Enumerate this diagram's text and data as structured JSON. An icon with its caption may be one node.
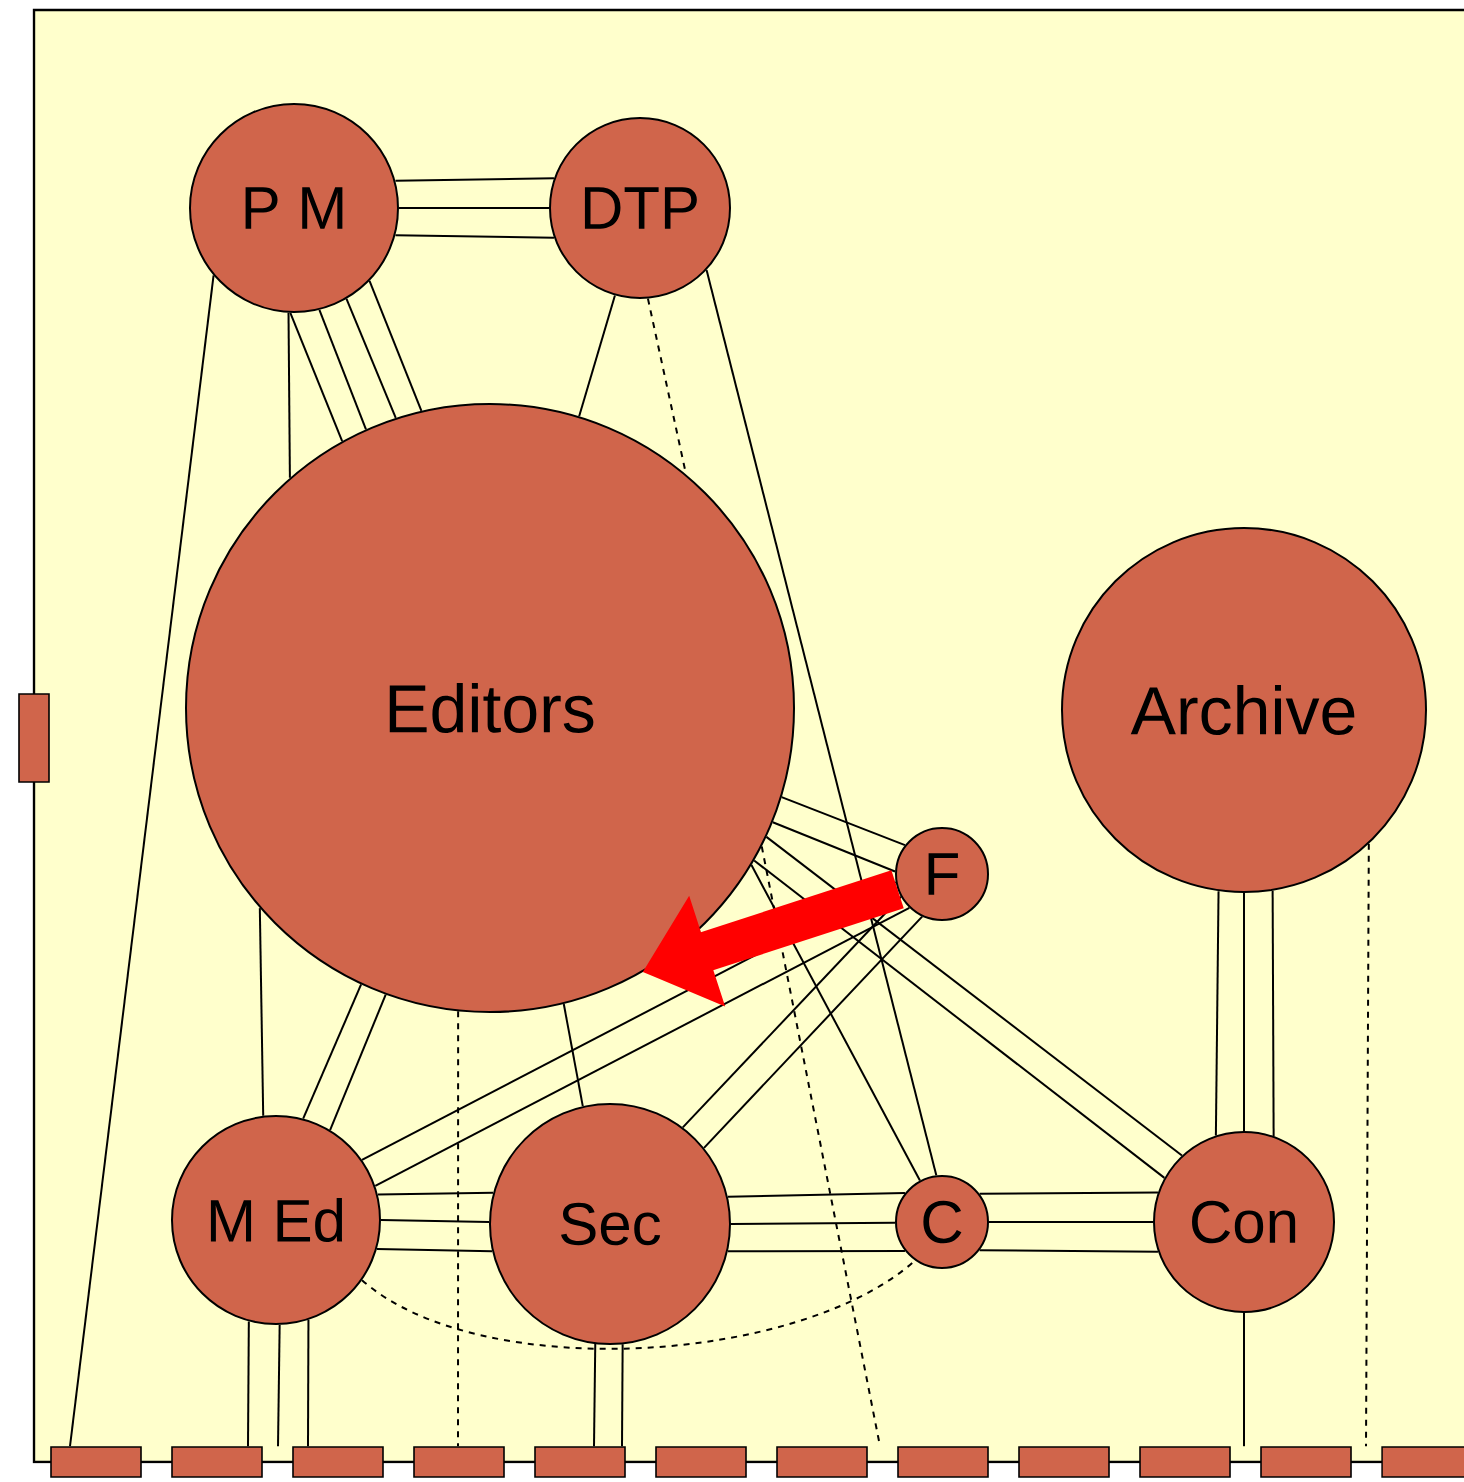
{
  "diagram": {
    "nodes": [
      {
        "text": [
          "P M"
        ]
      },
      {
        "text": [
          "DTP"
        ]
      },
      {
        "text": [
          "Editors"
        ]
      },
      {
        "text": [
          "Archive"
        ]
      },
      {
        "text": [
          "F"
        ]
      },
      {
        "text": [
          "M Ed"
        ]
      },
      {
        "text": [
          "Sec"
        ]
      },
      {
        "text": [
          "C"
        ]
      },
      {
        "text": [
          "Con"
        ]
      },
      {
        "text": [],
        "shape": "box"
      },
      {
        "text": [],
        "shape": "box"
      },
      {
        "text": [],
        "shape": "box"
      },
      {
        "text": [],
        "shape": "box"
      },
      {
        "text": [],
        "shape": "box"
      },
      {
        "text": [],
        "shape": "box"
      },
      {
        "text": [],
        "shape": "box"
      },
      {
        "text": [],
        "shape": "box"
      },
      {
        "text": [],
        "shape": "box"
      },
      {
        "text": [],
        "shape": "box"
      },
      {
        "text": [],
        "shape": "box"
      },
      {
        "text": [],
        "shape": "box"
      },
      {
        "text": [],
        "shape": "box"
      }
    ],
    "edges": [
      {
        "from": 0,
        "to": 1,
        "arrow": "none"
      },
      {
        "from": 0,
        "to": 1,
        "arrow": "none"
      },
      {
        "from": 0,
        "to": 1,
        "arrow": "none"
      },
      {
        "from": 0,
        "to": 2,
        "arrow": "none"
      },
      {
        "from": 0,
        "to": 2,
        "arrow": "none"
      },
      {
        "from": 0,
        "to": 2,
        "arrow": "none"
      },
      {
        "from": 0,
        "to": 2,
        "arrow": "none"
      },
      {
        "from": 0,
        "to": 10,
        "arrow": "none"
      },
      {
        "from": 0,
        "to": 2,
        "arrow": "none"
      },
      {
        "from": 2,
        "to": 5,
        "arrow": "none"
      },
      {
        "from": 5,
        "to": 11,
        "arrow": "none"
      },
      {
        "from": 1,
        "to": 2,
        "arrow": "none"
      },
      {
        "from": 1,
        "to": 2,
        "arrow": "none",
        "style": "dashed"
      },
      {
        "from": 2,
        "to": 17,
        "arrow": "none",
        "style": "dashed"
      },
      {
        "from": 1,
        "to": 7,
        "arrow": "none"
      },
      {
        "from": 2,
        "to": 4,
        "arrow": "none"
      },
      {
        "from": 2,
        "to": 4,
        "arrow": "none"
      },
      {
        "from": 2,
        "to": 5,
        "arrow": "none"
      },
      {
        "from": 2,
        "to": 5,
        "arrow": "none"
      },
      {
        "from": 2,
        "to": 6,
        "arrow": "none"
      },
      {
        "from": 2,
        "to": 7,
        "arrow": "none"
      },
      {
        "from": 2,
        "to": 8,
        "arrow": "none"
      },
      {
        "from": 2,
        "to": 8,
        "arrow": "none"
      },
      {
        "from": 2,
        "to": 13,
        "arrow": "none",
        "style": "dashed"
      },
      {
        "from": 4,
        "to": 5,
        "arrow": "none"
      },
      {
        "from": 4,
        "to": 5,
        "arrow": "none"
      },
      {
        "from": 4,
        "to": 6,
        "arrow": "none"
      },
      {
        "from": 4,
        "to": 6,
        "arrow": "none"
      },
      {
        "from": 5,
        "to": 6,
        "arrow": "none"
      },
      {
        "from": 5,
        "to": 6,
        "arrow": "none"
      },
      {
        "from": 5,
        "to": 6,
        "arrow": "none"
      },
      {
        "from": 5,
        "to": 12,
        "arrow": "none"
      },
      {
        "from": 5,
        "to": 12,
        "arrow": "none"
      },
      {
        "from": 5,
        "to": 7,
        "arrow": "none",
        "style": "dashed"
      },
      {
        "from": 6,
        "to": 7,
        "arrow": "none"
      },
      {
        "from": 6,
        "to": 7,
        "arrow": "none"
      },
      {
        "from": 6,
        "to": 7,
        "arrow": "none"
      },
      {
        "from": 6,
        "to": 14,
        "arrow": "none"
      },
      {
        "from": 6,
        "to": 14,
        "arrow": "none"
      },
      {
        "from": 7,
        "to": 8,
        "arrow": "none"
      },
      {
        "from": 7,
        "to": 8,
        "arrow": "none"
      },
      {
        "from": 7,
        "to": 8,
        "arrow": "none"
      },
      {
        "from": 3,
        "to": 8,
        "arrow": "none"
      },
      {
        "from": 3,
        "to": 8,
        "arrow": "none"
      },
      {
        "from": 3,
        "to": 8,
        "arrow": "none"
      },
      {
        "from": 8,
        "to": 19,
        "arrow": "none"
      },
      {
        "from": 3,
        "to": 20,
        "arrow": "none",
        "style": "dashed"
      },
      {
        "from": 4,
        "to": 2,
        "arrow": "to",
        "style": "thick",
        "color": "#ff0000"
      }
    ]
  }
}
